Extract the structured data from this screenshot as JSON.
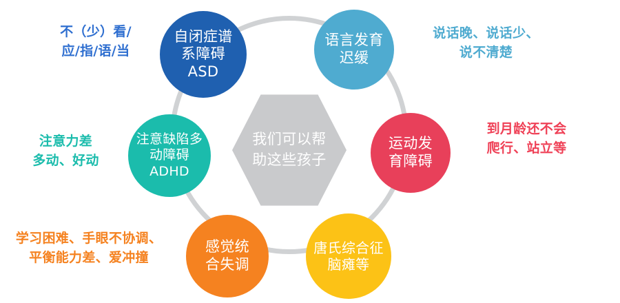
{
  "diagram": {
    "type": "hub-and-spoke-circular",
    "center": {
      "label": "我们可以帮\n助这些孩子",
      "shape": "hexagon",
      "color": "#c9cacc"
    },
    "ring": {
      "color": "#d0d2d4",
      "shape": "circle-outline"
    },
    "nodes": [
      {
        "id": "asd",
        "label": "自闭症谱\n系障碍\nASD",
        "color": "#1f60b0",
        "position": "top-left",
        "caption": "不（少）看/\n应/指/语/当",
        "caption_color": "#2f6fd0"
      },
      {
        "id": "speech",
        "label": "语言发育\n迟缓",
        "color": "#4fabd0",
        "position": "top-right",
        "caption": "说话晚、说话少、\n说不清楚",
        "caption_color": "#4fabd0"
      },
      {
        "id": "motor",
        "label": "运动发\n育障碍",
        "color": "#e8405a",
        "position": "right",
        "caption": "到月龄还不会\n爬行、站立等",
        "caption_color": "#ef4056"
      },
      {
        "id": "downs",
        "label": "唐氏综合征\n脑瘫等",
        "color": "#fcc216",
        "position": "bottom-right",
        "caption": "",
        "caption_color": "#fcc216"
      },
      {
        "id": "sensory",
        "label": "感觉统\n合失调",
        "color": "#f58220",
        "position": "bottom-left",
        "caption": "学习困难、手眼不协调、\n平衡能力差、爱冲撞",
        "caption_color": "#f58220"
      },
      {
        "id": "adhd",
        "label": "注意缺陷多\n动障碍\nADHD",
        "color": "#1bbcac",
        "position": "left",
        "caption": "注意力差\n多动、好动",
        "caption_color": "#1bbcac"
      }
    ]
  }
}
